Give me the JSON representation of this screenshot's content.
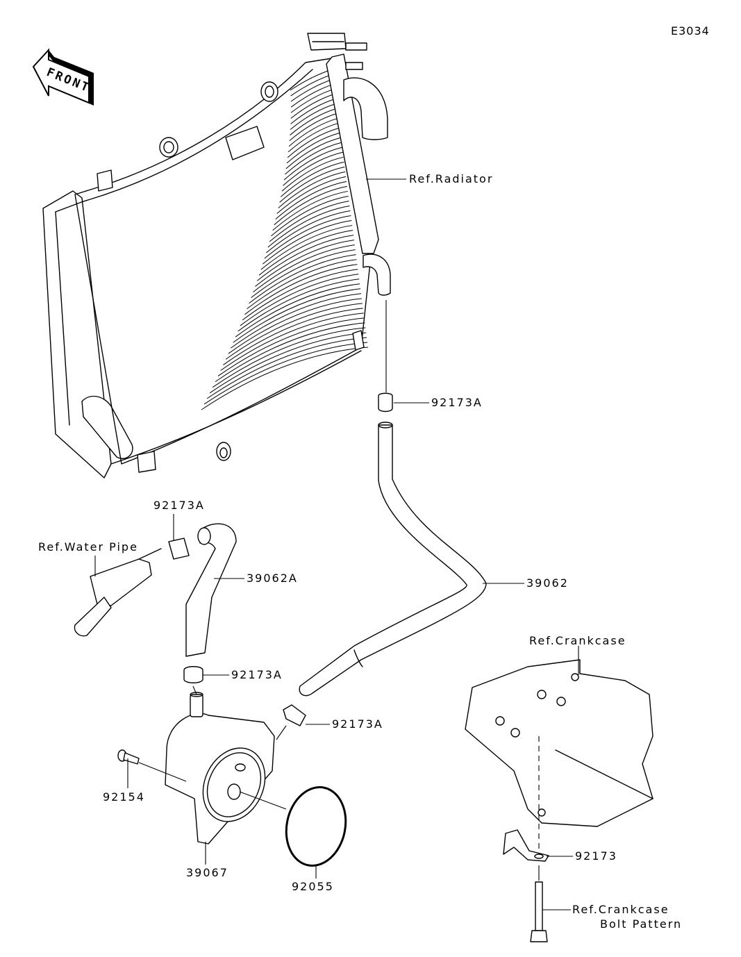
{
  "diagram_id": "E3034",
  "front_arrow": {
    "label": "FRONT",
    "icon": "front-direction-arrow-icon"
  },
  "callouts": {
    "ref_radiator": "Ref.Radiator",
    "clamp_upper": "92173A",
    "clamp_water_pipe": "92173A",
    "ref_water_pipe": "Ref.Water Pipe",
    "hose_39062a": "39062A",
    "hose_39062": "39062",
    "ref_crankcase": "Ref.Crankcase",
    "clamp_cooler_top": "92173A",
    "clamp_cooler_side": "92173A",
    "bolt_92154": "92154",
    "oil_cooler_39067": "39067",
    "oring_92055": "92055",
    "clamp_92173": "92173",
    "ref_crankcase_bolt_line1": "Ref.Crankcase",
    "ref_crankcase_bolt_line2": "Bolt Pattern"
  }
}
